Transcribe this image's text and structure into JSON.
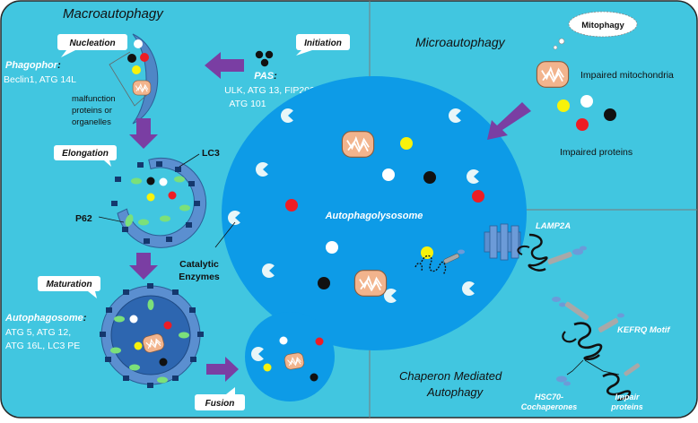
{
  "panels": {
    "macro": "Macroautophagy",
    "micro": "Microautophagy",
    "cma_line1": "Chaperon Mediated",
    "cma_line2": "Autophagy"
  },
  "steps": {
    "nucleation": "Nucleation",
    "initiation": "Initiation",
    "elongation": "Elongation",
    "maturation": "Maturation",
    "fusion": "Fusion",
    "mitophagy": "Mitophagy"
  },
  "labels": {
    "phagophor_title": "Phagophor",
    "phagophor_colon": ":",
    "phagophor_proteins": "Beclin1, ATG 14L",
    "malfunction_1": "malfunction",
    "malfunction_2": "proteins or",
    "malfunction_3": "organelles",
    "pas_title": "PAS",
    "pas_colon": ":",
    "pas_line1": "ULK, ATG 13, FIP200,",
    "pas_line2": "ATG 101",
    "lc3": "LC3",
    "p62": "P62",
    "autophagosome_title": "Autophagosome",
    "autophagosome_colon": ":",
    "autophagosome_line1": "ATG 5, ATG 12,",
    "autophagosome_line2": "ATG 16L, LC3 PE",
    "catalytic_1": "Catalytic",
    "catalytic_2": "Enzymes",
    "autophagolysosome": "Autophagolysosome",
    "impaired_mito": "Impaired mitochondria",
    "impaired_proteins": "Impaired proteins",
    "lamp2a": "LAMP2A",
    "kefrq": "KEFRQ Motif",
    "hsc70_1": "HSC70-",
    "hsc70_2": "Cochaperones",
    "impair_1": "Impair",
    "impair_2": "proteins"
  },
  "colors": {
    "background": "#41c6e0",
    "lysosome": "#0d9be7",
    "membrane": "#5b8fd0",
    "autophagosome_fill": "#2d66b0",
    "arrow": "#7a3ea3",
    "mitochondria": "#f2b48d",
    "green_particle": "#7be07a",
    "yellow_particle": "#f7f20b",
    "red_particle": "#ee1c24",
    "receptor": "#14386e"
  }
}
